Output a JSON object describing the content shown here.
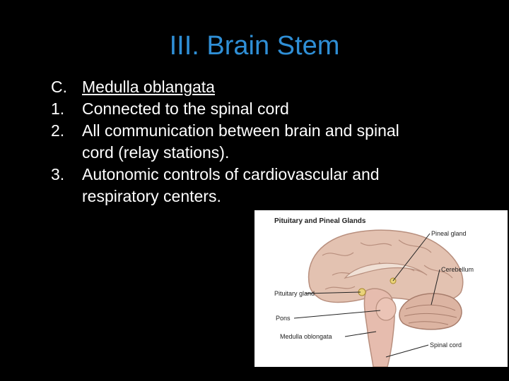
{
  "slide": {
    "title": "III. Brain Stem",
    "heading": {
      "marker": "C.",
      "text": "Medulla oblangata"
    },
    "items": [
      {
        "marker": "1.",
        "text": "Connected to the spinal cord"
      },
      {
        "marker": "2.",
        "text": "All communication between brain and spinal",
        "continuation": "cord (relay stations)."
      },
      {
        "marker": "3.",
        "text": "Autonomic controls of cardiovascular and",
        "continuation": "respiratory centers."
      }
    ]
  },
  "figure": {
    "title": "Pituitary and Pineal Glands",
    "labels": {
      "pineal": "Pineal gland",
      "cerebellum": "Cerebellum",
      "pituitary": "Pituitary gland",
      "pons": "Pons",
      "medulla": "Medulla oblongata",
      "spinal": "Spinal cord"
    }
  }
}
